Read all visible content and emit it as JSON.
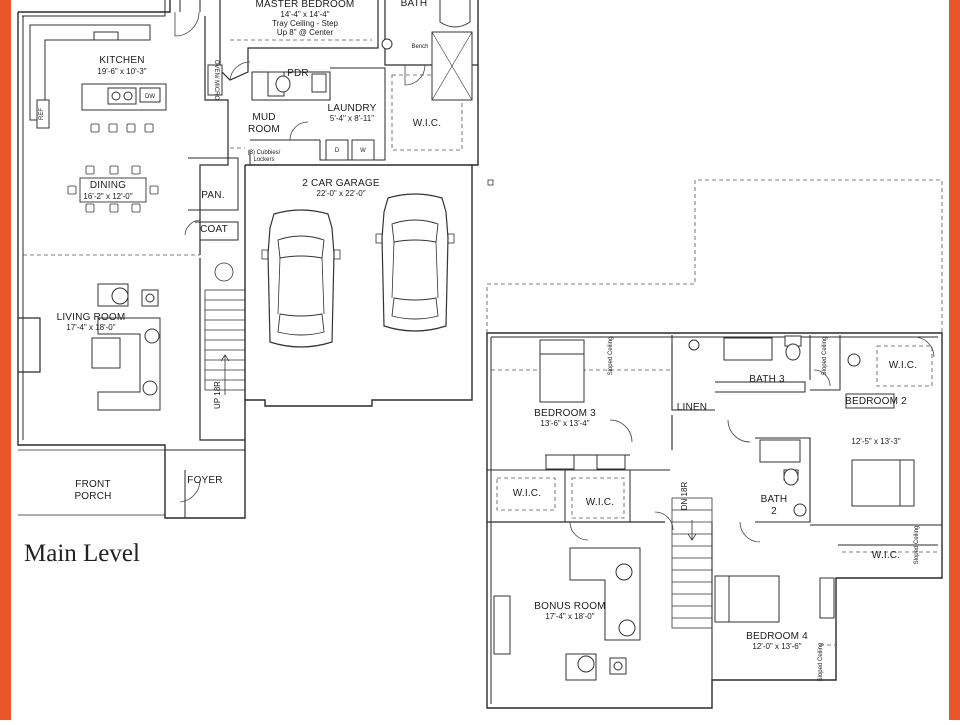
{
  "main_level": {
    "caption": "Main Level",
    "rooms": {
      "master_bedroom": {
        "name": "MASTER BEDROOM",
        "dims": "14'-4\" x 14'-4\"",
        "note1": "Tray Ceiling - Step",
        "note2": "Up 8\" @ Center"
      },
      "bath": {
        "name": "BATH"
      },
      "bench": {
        "name": "Bench"
      },
      "master_wic": {
        "name": "W.I.C."
      },
      "kitchen": {
        "name": "KITCHEN",
        "dims": "19'-6\" x 10'-3\""
      },
      "dw": {
        "name": "DW"
      },
      "ref": {
        "name": "REF"
      },
      "oven_micro": {
        "name": "OVEN/ MICRO"
      },
      "pdr": {
        "name": "PDR"
      },
      "laundry": {
        "name": "LAUNDRY",
        "dims": "5'-4\" x 8'-11\""
      },
      "dryer": {
        "name": "D"
      },
      "washer": {
        "name": "W"
      },
      "mud_room": {
        "line1": "MUD",
        "line2": "ROOM"
      },
      "cubbies": {
        "line1": "(3) Cubbies/",
        "line2": "Lockers"
      },
      "dining": {
        "name": "DINING",
        "dims": "16'-2\" x 12'-0\""
      },
      "pantry": {
        "name": "PAN."
      },
      "coat": {
        "name": "COAT"
      },
      "garage": {
        "name": "2 CAR GARAGE",
        "dims": "22'-0\" x 22'-0\""
      },
      "living_room": {
        "name": "LIVING ROOM",
        "dims": "17'-4\" x 18'-0\""
      },
      "stair_up": {
        "text": "UP 18R"
      },
      "foyer": {
        "name": "FOYER"
      },
      "front_porch": {
        "line1": "FRONT",
        "line2": "PORCH"
      }
    }
  },
  "upper_level": {
    "rooms": {
      "bedroom3": {
        "name": "BEDROOM 3",
        "dims": "13'-6\" x 13'-4\"",
        "ceiling": "Sloped Ceiling"
      },
      "bath3": {
        "name": "BATH 3"
      },
      "linen": {
        "name": "LINEN"
      },
      "wic_b2_top": {
        "name": "W.I.C."
      },
      "bedroom2": {
        "name": "BEDROOM 2",
        "dims": "12'-5\" x 13'-3\"",
        "ceiling": "Sloped Ceiling"
      },
      "wic_b3_a": {
        "name": "W.I.C."
      },
      "wic_b3_b": {
        "name": "W.I.C."
      },
      "stair_dn": {
        "text": "DN 18R"
      },
      "bath2": {
        "line1": "BATH",
        "line2": "2"
      },
      "wic_b2_low": {
        "name": "W.I.C.",
        "ceiling": "Sloped Ceiling"
      },
      "bonus_room": {
        "name": "BONUS ROOM",
        "dims": "17'-4\" x 18'-0\""
      },
      "bedroom4": {
        "name": "BEDROOM 4",
        "dims": "12'-0\" x 13'-6\"",
        "ceiling": "Sloped Ceiling"
      }
    }
  },
  "colors": {
    "frame": "#e8562a",
    "line": "#2a2a2a",
    "dash": "#555555",
    "background": "#ffffff"
  }
}
